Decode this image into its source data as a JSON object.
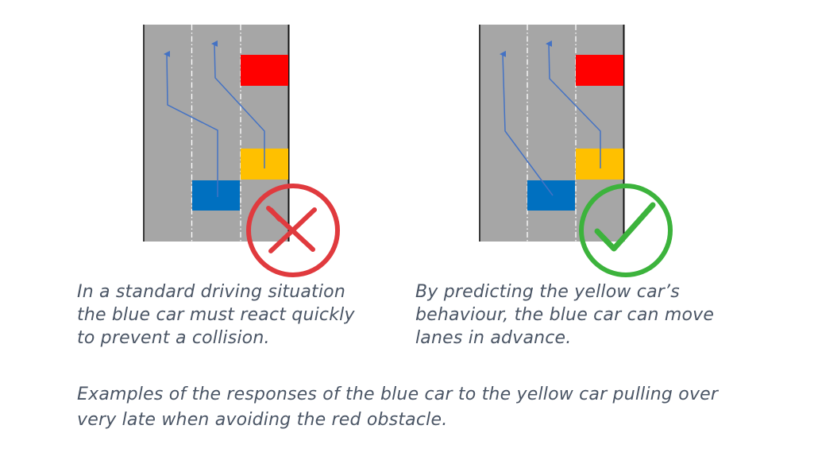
{
  "diagrams": [
    {
      "id": "standard",
      "verdict": "incorrect",
      "verdict_icon": "cross-icon",
      "verdict_color": "#e03a3e",
      "caption_lines": [
        "In a standard driving situation",
        "the blue car must react quickly",
        "to prevent a collision."
      ]
    },
    {
      "id": "predictive",
      "verdict": "correct",
      "verdict_icon": "checkmark-icon",
      "verdict_color": "#3cb33c",
      "caption_lines": [
        "By predicting the yellow car’s",
        "behaviour, the blue car can move",
        "lanes in advance."
      ]
    }
  ],
  "bottom_caption_lines": [
    "Examples of the responses of the blue car to the yellow car pulling over",
    "very late when avoiding the red obstacle."
  ],
  "colors": {
    "road": "#a6a6a6",
    "lane_marking": "#ffffff",
    "road_edge": "#1a1a1a",
    "red_obstacle": "#ff0000",
    "yellow_car": "#ffc000",
    "blue_car": "#0070c0",
    "trajectory": "#4472c4",
    "text": "#4a5565"
  },
  "legend": {
    "red_obstacle": "red obstacle",
    "yellow_car": "yellow car",
    "blue_car": "blue car"
  }
}
